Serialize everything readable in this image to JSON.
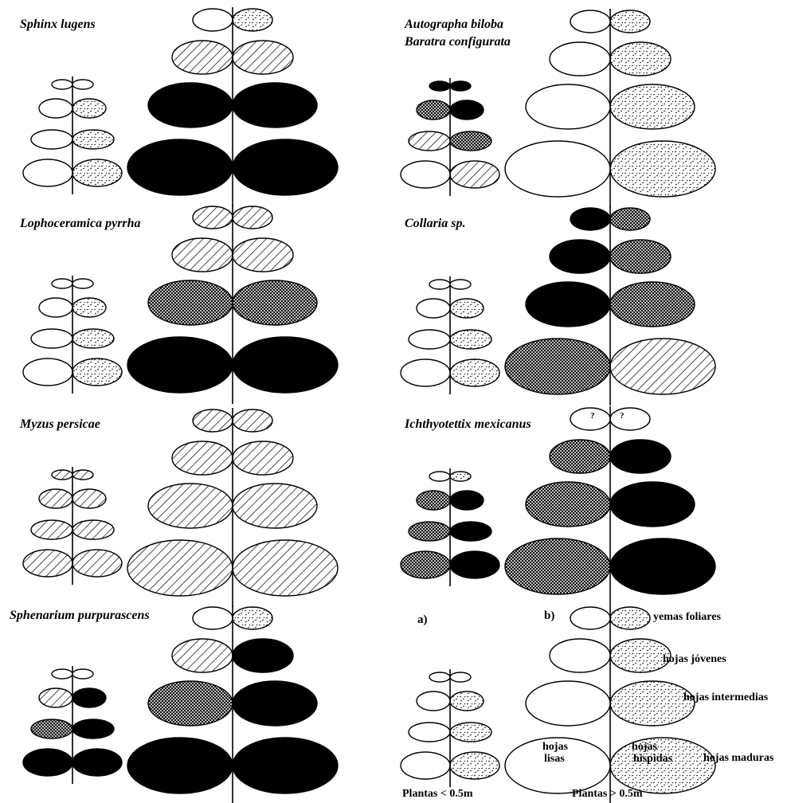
{
  "panels": [
    {
      "name": "Sphinx lugens",
      "title_lines": [
        "Sphinx lugens"
      ],
      "small": [
        [
          "white",
          "white"
        ],
        [
          "white",
          "dash"
        ],
        [
          "white",
          "dash"
        ],
        [
          "white",
          "dash"
        ]
      ],
      "large": [
        [
          "white",
          "dash"
        ],
        [
          "hatch",
          "hatch"
        ],
        [
          "black",
          "black"
        ],
        [
          "black",
          "black"
        ]
      ]
    },
    {
      "name": "Autographa biloba / Baratra configurata",
      "title_lines": [
        "Autographa biloba",
        "Baratra configurata"
      ],
      "small": [
        [
          "black",
          "black"
        ],
        [
          "cross",
          "black"
        ],
        [
          "hatch",
          "cross"
        ],
        [
          "white",
          "hatch"
        ]
      ],
      "large": [
        [
          "white",
          "dash"
        ],
        [
          "white",
          "dash"
        ],
        [
          "white",
          "dash"
        ],
        [
          "white",
          "dash"
        ]
      ]
    },
    {
      "name": "Lophoceramica pyrrha",
      "title_lines": [
        "Lophoceramica pyrrha"
      ],
      "small": [
        [
          "white",
          "white"
        ],
        [
          "white",
          "dash"
        ],
        [
          "white",
          "dash"
        ],
        [
          "white",
          "dash"
        ]
      ],
      "large": [
        [
          "hatch",
          "hatch"
        ],
        [
          "hatch",
          "hatch"
        ],
        [
          "cross",
          "cross"
        ],
        [
          "black",
          "black"
        ]
      ]
    },
    {
      "name": "Collaria sp.",
      "title_lines": [
        "Collaria sp."
      ],
      "small": [
        [
          "white",
          "white"
        ],
        [
          "white",
          "dash"
        ],
        [
          "white",
          "dash"
        ],
        [
          "white",
          "dash"
        ]
      ],
      "large": [
        [
          "black",
          "cross"
        ],
        [
          "black",
          "cross"
        ],
        [
          "black",
          "cross"
        ],
        [
          "cross",
          "hatch"
        ]
      ]
    },
    {
      "name": "Myzus persicae",
      "title_lines": [
        "Myzus persicae"
      ],
      "small": [
        [
          "hatch",
          "hatch"
        ],
        [
          "hatch",
          "hatch"
        ],
        [
          "hatch",
          "hatch"
        ],
        [
          "hatch",
          "hatch"
        ]
      ],
      "large": [
        [
          "hatch",
          "hatch"
        ],
        [
          "hatch",
          "hatch"
        ],
        [
          "hatch",
          "hatch"
        ],
        [
          "hatch",
          "hatch"
        ]
      ]
    },
    {
      "name": "Ichthyotettix mexicanus",
      "title_lines": [
        "Ichthyotettix mexicanus"
      ],
      "small": [
        [
          "white",
          "dash"
        ],
        [
          "cross",
          "black"
        ],
        [
          "cross",
          "black"
        ],
        [
          "cross",
          "black"
        ]
      ],
      "large": [
        [
          "unknown",
          "unknown"
        ],
        [
          "cross",
          "black"
        ],
        [
          "cross",
          "black"
        ],
        [
          "cross",
          "black"
        ]
      ],
      "unknown_mark": "?"
    },
    {
      "name": "Sphenarium purpurascens",
      "title_lines": [
        "Sphenarium  purpurascens"
      ],
      "small": [
        [
          "white",
          "white"
        ],
        [
          "hatch",
          "black"
        ],
        [
          "cross",
          "black"
        ],
        [
          "black",
          "black"
        ]
      ],
      "large": [
        [
          "white",
          "dash"
        ],
        [
          "hatch",
          "black"
        ],
        [
          "cross",
          "black"
        ],
        [
          "black",
          "black"
        ]
      ]
    }
  ],
  "legend": {
    "label_a": "a)",
    "label_b": "b)",
    "small": [
      [
        "white",
        "white"
      ],
      [
        "white",
        "dash"
      ],
      [
        "white",
        "dash"
      ],
      [
        "white",
        "dash"
      ]
    ],
    "large": [
      [
        "white",
        "dash"
      ],
      [
        "white",
        "dash"
      ],
      [
        "white",
        "dash"
      ],
      [
        "white",
        "dash"
      ]
    ],
    "leaf_labels": [
      "yemas foliares",
      "hojas jóvenes",
      "hojas intermedias",
      "hojas maduras"
    ],
    "smooth_label": [
      "hojas",
      "lisas"
    ],
    "hairy_label": [
      "hojas",
      "hispidas"
    ],
    "caption_small": "Plantas < 0.5m",
    "caption_large": "Plantas > 0.5m"
  }
}
